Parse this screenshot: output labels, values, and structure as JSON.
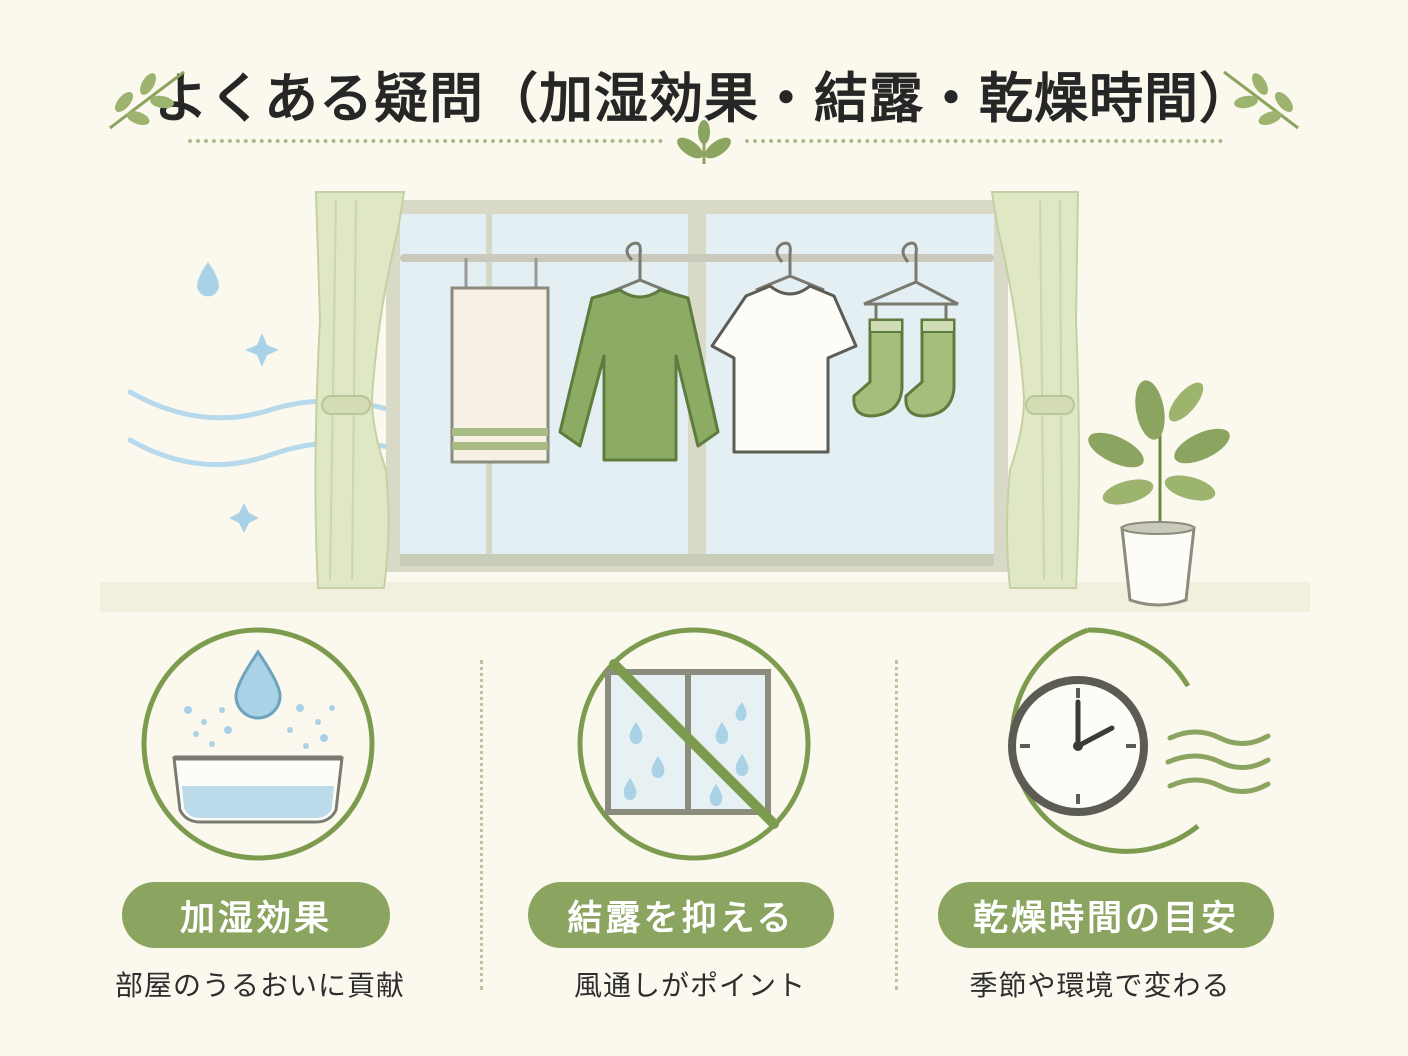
{
  "title": "よくある疑問（加湿効果・結露・乾燥時間）",
  "colors": {
    "background": "#fbf8ee",
    "accent_green": "#8ba45f",
    "line_green": "#7d9b4f",
    "water_blue": "#a9d2e6"
  },
  "illustration": {
    "icons": [
      "window-icon",
      "curtain-icon",
      "towel-icon",
      "sweater-icon",
      "tshirt-icon",
      "socks-icon",
      "plant-icon",
      "wind-icon",
      "sparkle-icon",
      "water-drop-icon"
    ]
  },
  "features": [
    {
      "icon": "humidifier-bowl-icon",
      "label": "加湿効果",
      "caption": "部屋のうるおいに貢献"
    },
    {
      "icon": "no-condensation-window-icon",
      "label": "結露を抑える",
      "caption": "風通しがポイント"
    },
    {
      "icon": "clock-icon",
      "label": "乾燥時間の目安",
      "caption": "季節や環境で変わる"
    }
  ]
}
